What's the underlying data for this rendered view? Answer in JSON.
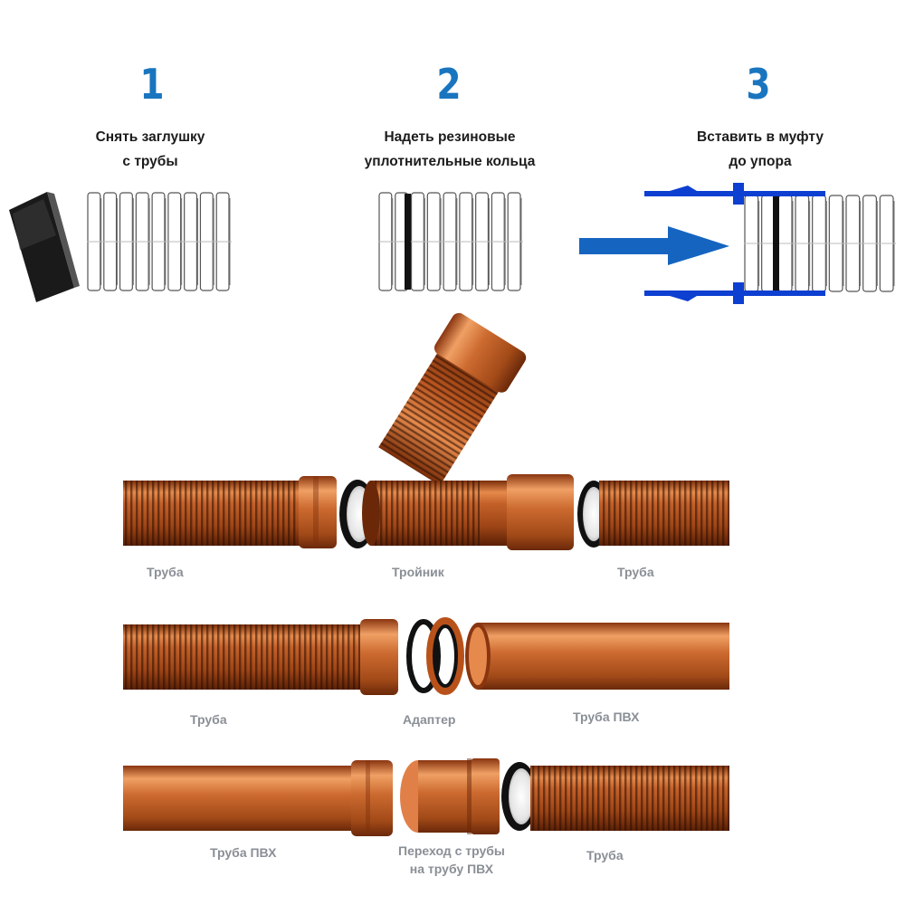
{
  "colors": {
    "step_number": "#1a75bf",
    "arrow": "#1565c0",
    "pipe_copper": "#b8521a",
    "label_text": "#8a8f96",
    "caption_text": "#1c1c1c",
    "seal": "#111111"
  },
  "steps": [
    {
      "number": "1",
      "caption": [
        "Снять заглушку",
        "с трубы"
      ]
    },
    {
      "number": "2",
      "caption": [
        "Надеть резиновые",
        "уплотнительные кольца"
      ]
    },
    {
      "number": "3",
      "caption": [
        "Вставить в муфту",
        "до упора"
      ]
    }
  ],
  "rows": [
    {
      "labels": [
        "Труба",
        "Тройник",
        "Труба"
      ]
    },
    {
      "labels": [
        "Труба",
        "Адаптер",
        "Труба ПВХ"
      ]
    },
    {
      "labels": [
        "Труба ПВХ",
        "Переход  с трубы",
        "на трубу ПВХ",
        "Труба"
      ]
    }
  ]
}
